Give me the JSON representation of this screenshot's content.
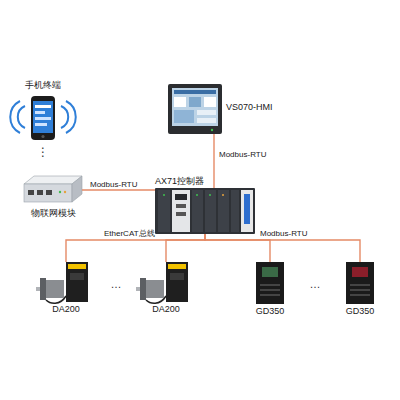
{
  "diagram": {
    "nodes": [
      {
        "text": [
          "手机终端"
        ]
      },
      {
        "text": [
          "物联网模块"
        ]
      },
      {
        "text": [
          "VS070-HMI"
        ]
      },
      {
        "text": [
          "AX71控制器"
        ]
      },
      {
        "text": [
          "DA200"
        ]
      },
      {
        "text": [
          "DA200"
        ]
      },
      {
        "text": [
          "GD350"
        ]
      },
      {
        "text": [
          "GD350"
        ]
      }
    ],
    "edges": [
      {
        "from": 2,
        "to": 3,
        "label": "Modbus-RTU",
        "arrow": "none"
      },
      {
        "from": 1,
        "to": 3,
        "label": "Modbus-RTU",
        "arrow": "none"
      },
      {
        "from": 3,
        "to": 4,
        "label": "EtherCAT总线",
        "arrow": "none"
      },
      {
        "from": 3,
        "to": 5,
        "arrow": "none"
      },
      {
        "from": 3,
        "to": 6,
        "label": "Modbus-RTU",
        "arrow": "none"
      },
      {
        "from": 3,
        "to": 7,
        "arrow": "none"
      }
    ],
    "labels": [
      "⋮",
      "…",
      "…"
    ]
  }
}
